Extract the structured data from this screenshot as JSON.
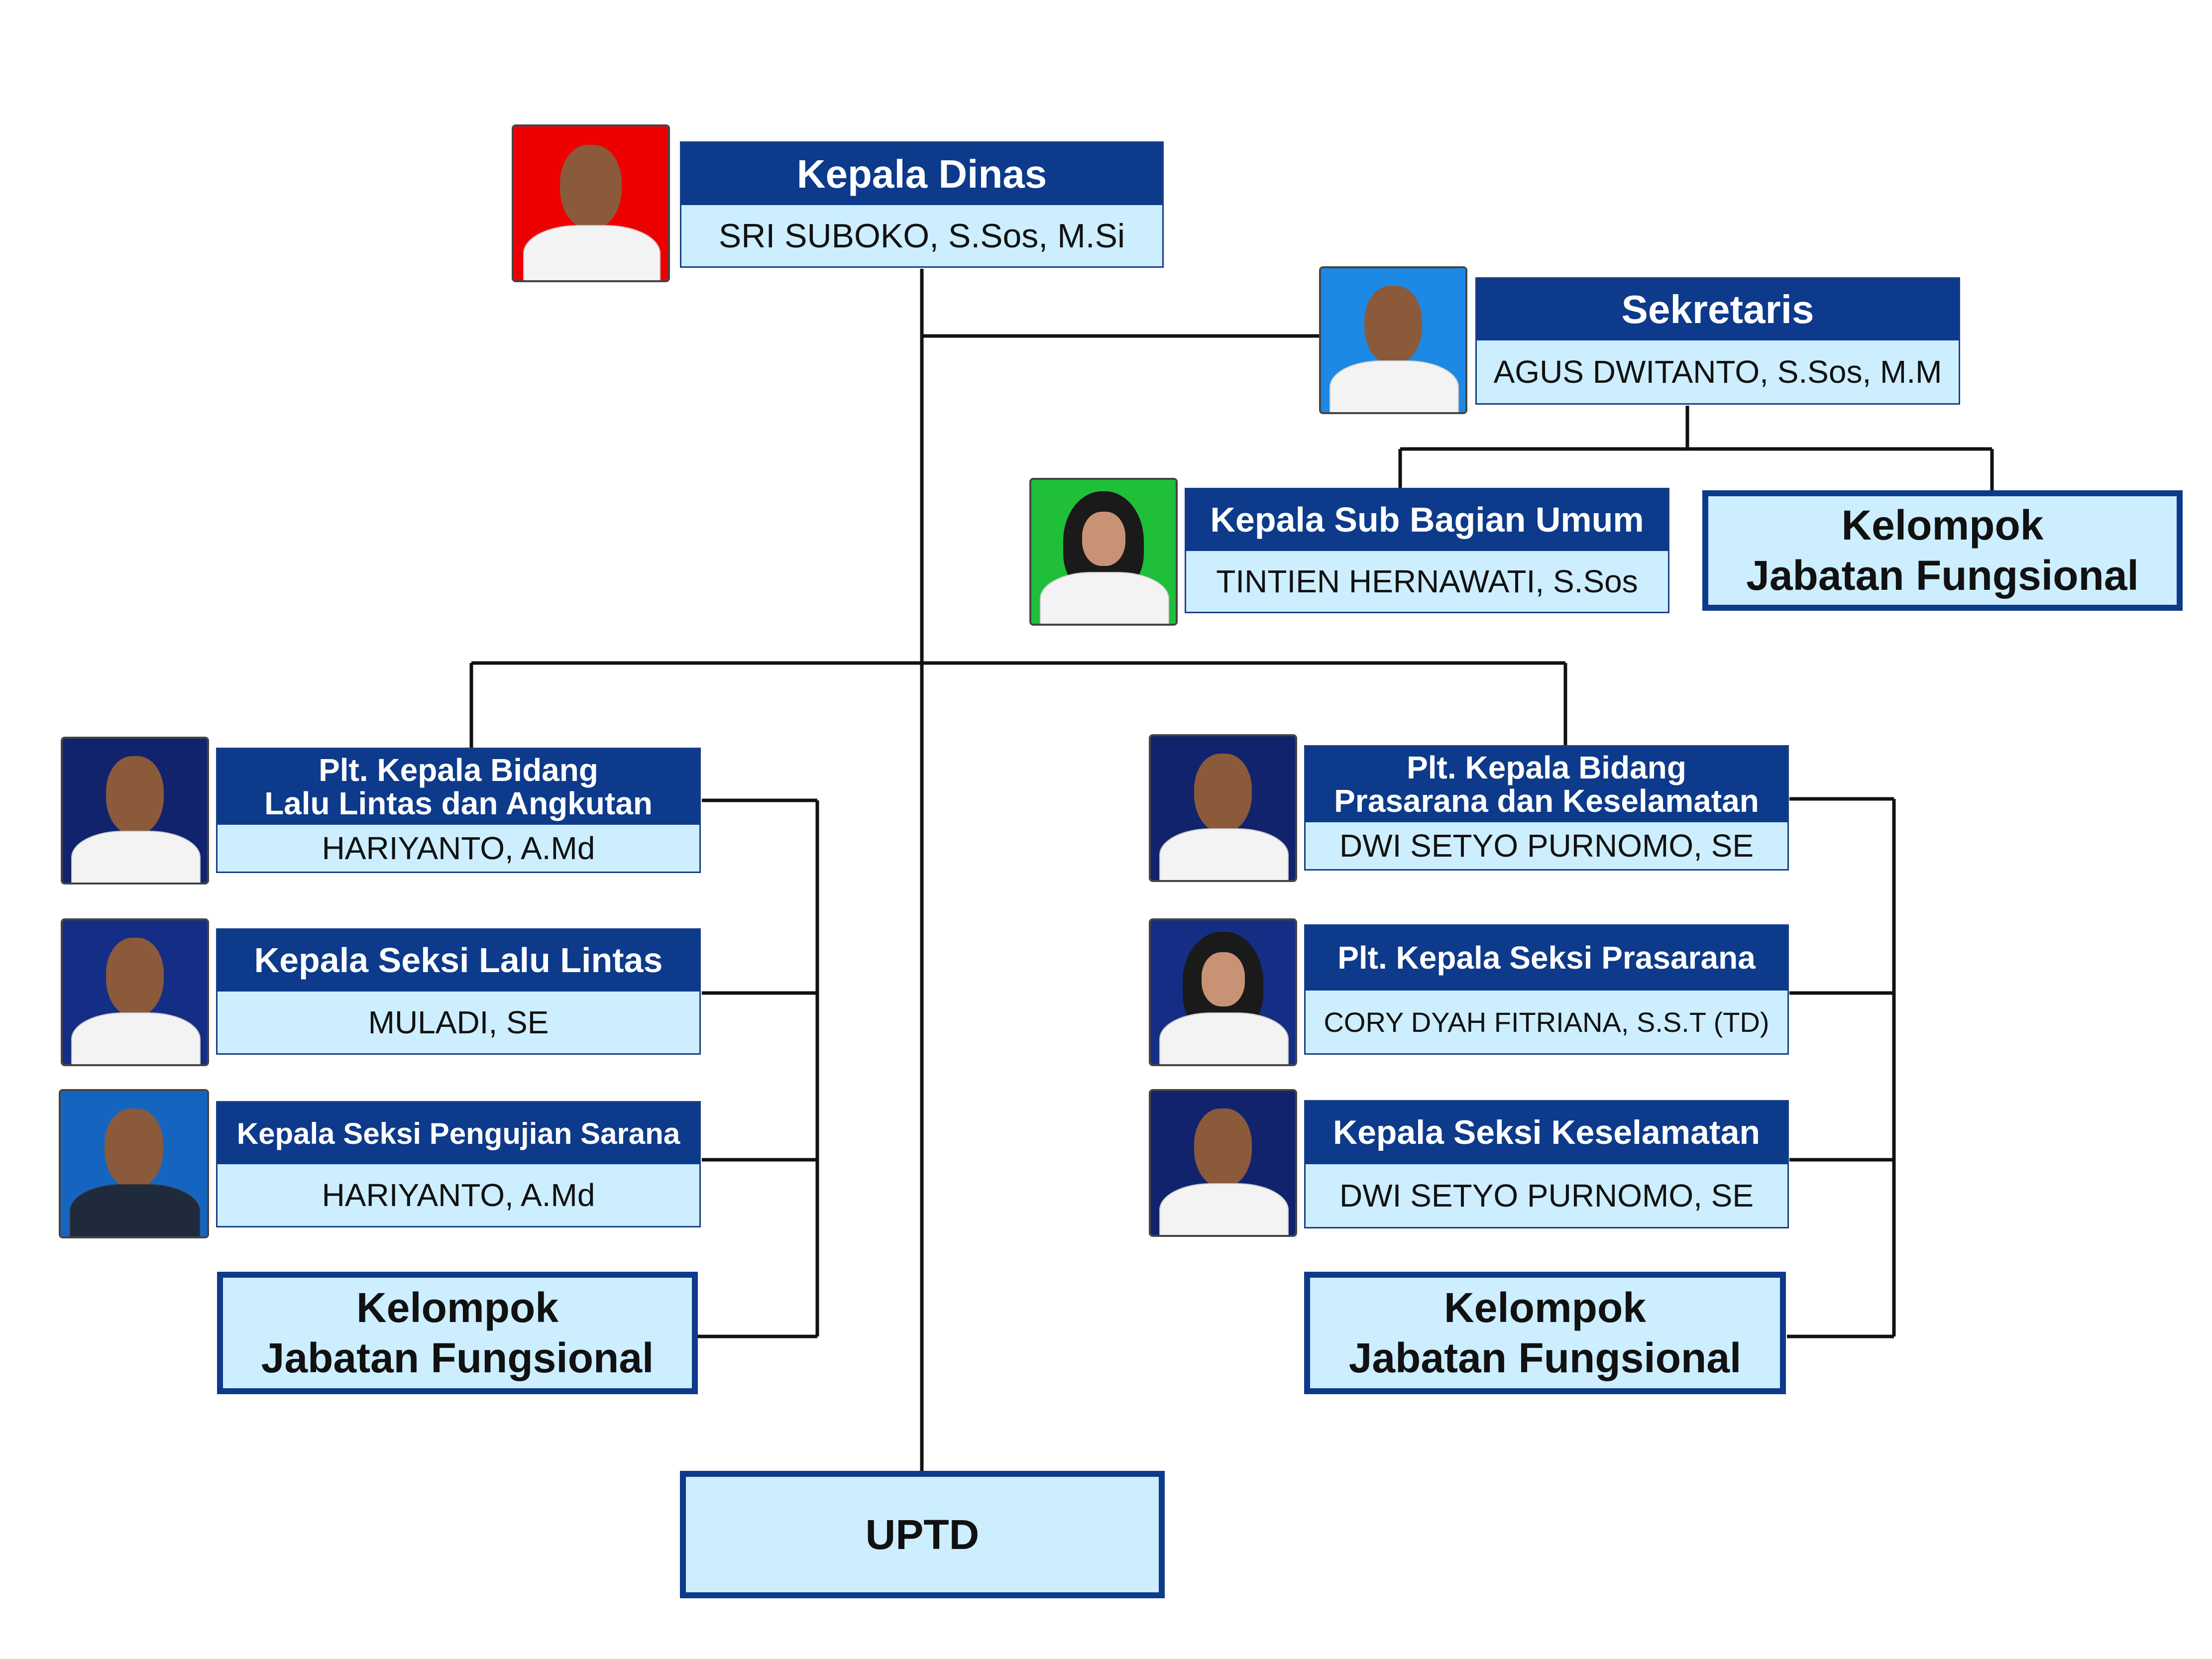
{
  "colors": {
    "title_bg": "#0d3a8a",
    "title_text": "#ffffff",
    "name_bg": "#cceeff",
    "border": "#1b3f86",
    "line": "#111111"
  },
  "head": {
    "title": "Kepala Dinas",
    "name": "SRI SUBOKO, S.Sos, M.Si",
    "photo_bg": "#ee0000"
  },
  "secretary": {
    "title": "Sekretaris",
    "name": "AGUS DWITANTO, S.Sos, M.M",
    "photo_bg": "#1e88e5"
  },
  "sub_general": {
    "title": "Kepala Sub Bagian Umum",
    "name": "TINTIEN HERNAWATI, S.Sos",
    "photo_bg": "#1fbf3a"
  },
  "group_top": {
    "label": "Kelompok\nJabatan Fungsional"
  },
  "traffic_division": {
    "head": {
      "title": "Plt. Kepala Bidang\nLalu Lintas dan Angkutan",
      "name": "HARIYANTO, A.Md",
      "photo_bg": "#12236e"
    },
    "sections": [
      {
        "title": "Kepala Seksi Lalu Lintas",
        "name": "MULADI, SE",
        "photo_bg": "#142e86"
      },
      {
        "title": "Kepala Seksi Pengujian Sarana",
        "name": "HARIYANTO, A.Md",
        "photo_bg": "#1565c0"
      }
    ],
    "group": {
      "label": "Kelompok\nJabatan Fungsional"
    }
  },
  "infra_division": {
    "head": {
      "title": "Plt. Kepala Bidang\nPrasarana dan Keselamatan",
      "name": "DWI SETYO PURNOMO, SE",
      "photo_bg": "#12236e"
    },
    "sections": [
      {
        "title": "Plt. Kepala Seksi Prasarana",
        "name": "CORY DYAH FITRIANA, S.S.T (TD)",
        "photo_bg": "#142e86"
      },
      {
        "title": "Kepala Seksi Keselamatan",
        "name": "DWI SETYO PURNOMO, SE",
        "photo_bg": "#12236e"
      }
    ],
    "group": {
      "label": "Kelompok\nJabatan Fungsional"
    }
  },
  "uptd": {
    "label": "UPTD"
  }
}
